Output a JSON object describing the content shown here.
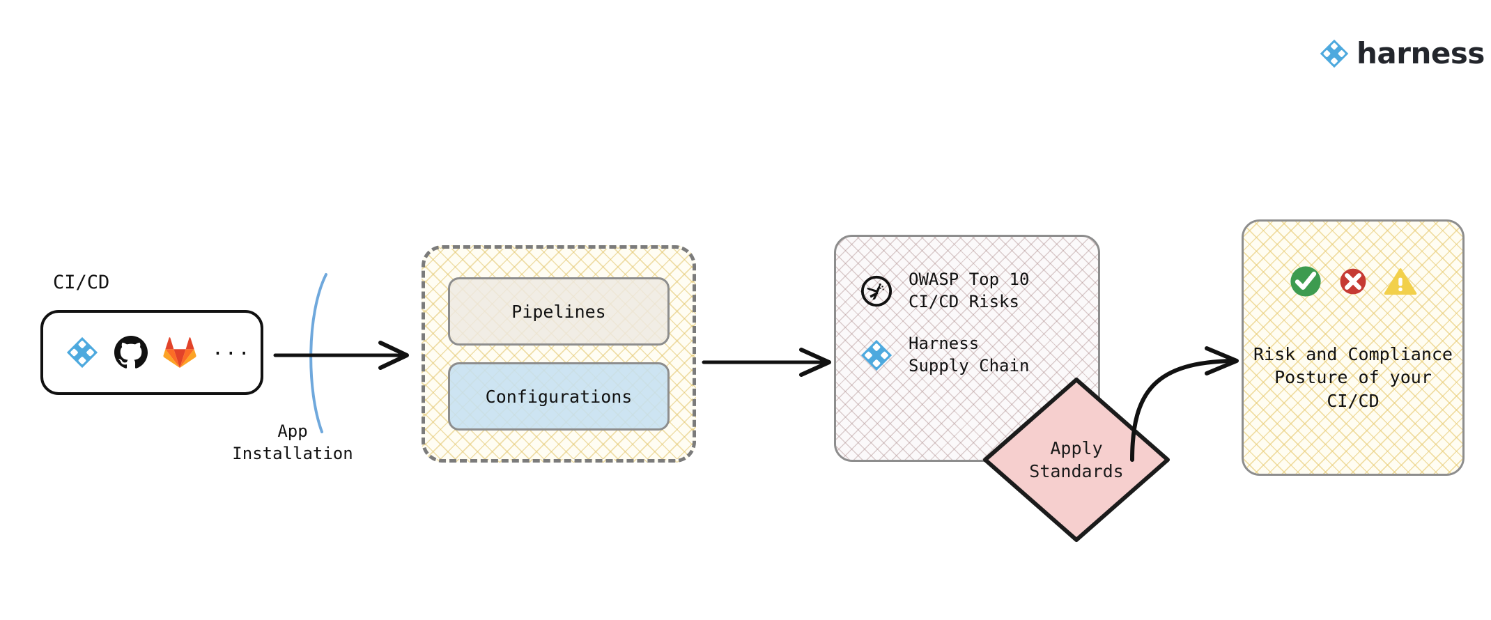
{
  "brand": {
    "name": "harness",
    "logo_icon": "harness-diamond-logo",
    "logo_color": "#4DA9DE",
    "text_color": "#23262C"
  },
  "diagram": {
    "title": "CI/CD security posture flow",
    "nodes": [
      {
        "id": "cicd-sources",
        "label": "CI/CD",
        "kind": "rounded-box",
        "icons": [
          "harness-logo-icon",
          "github-logo-icon",
          "gitlab-logo-icon"
        ],
        "ellipsis": "...",
        "border_color": "#111111",
        "fill": "#FFFFFF"
      },
      {
        "id": "pipelines-configs",
        "kind": "dashed-container",
        "border_color": "#7B7B7B",
        "hatch_color": "#E2C56A",
        "cards": [
          {
            "id": "pipelines",
            "label": "Pipelines",
            "fill": "#EEE9E2"
          },
          {
            "id": "configurations",
            "label": "Configurations",
            "fill": "#C5DFF1"
          }
        ]
      },
      {
        "id": "standards",
        "kind": "rounded-box",
        "border_color": "#8D8D8D",
        "hatch_color": "#A88686",
        "items": [
          {
            "icon": "owasp-logo-icon",
            "label": "OWASP Top 10\nCI/CD Risks"
          },
          {
            "icon": "harness-logo-icon",
            "label": "Harness\nSupply Chain"
          }
        ]
      },
      {
        "id": "apply-standards",
        "kind": "diamond",
        "label": "Apply\nStandards",
        "fill": "#F6CFCE",
        "border_color": "#1B1B1B"
      },
      {
        "id": "posture",
        "kind": "rounded-box",
        "border_color": "#8D8D8D",
        "hatch_color": "#E8CC76",
        "label": "Risk and Compliance\nPosture of your\nCI/CD",
        "status_icons": [
          {
            "icon": "check-circle-icon",
            "color": "#3D9B4F"
          },
          {
            "icon": "x-circle-icon",
            "color": "#C63A33"
          },
          {
            "icon": "warning-triangle-icon",
            "color": "#F2D04B"
          }
        ]
      }
    ],
    "edges": [
      {
        "id": "edge-sources-to-pipelines",
        "label": "App\nInstallation",
        "style": "straight-arrow",
        "color": "#111111"
      },
      {
        "id": "edge-pipelines-to-standards",
        "label": "",
        "style": "straight-arrow",
        "color": "#111111"
      },
      {
        "id": "edge-diamond-to-posture",
        "label": "",
        "style": "curved-arrow",
        "color": "#111111"
      }
    ],
    "decorations": [
      {
        "id": "app-installation-arc",
        "style": "blue-arc",
        "color": "#6FA8DC"
      }
    ]
  }
}
